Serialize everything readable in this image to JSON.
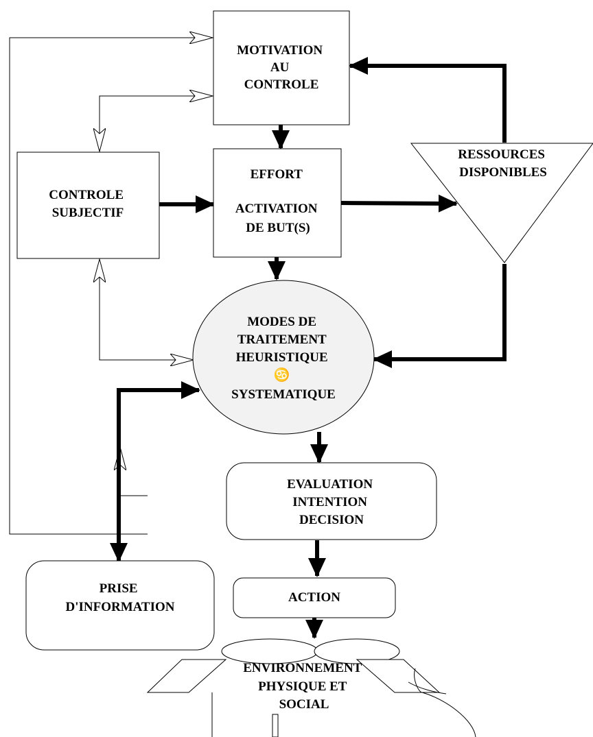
{
  "nodes": {
    "motivation": {
      "lines": [
        "MOTIVATION",
        "AU",
        "CONTROLE"
      ]
    },
    "controle_subjectif": {
      "lines": [
        "CONTROLE",
        "SUBJECTIF"
      ]
    },
    "effort": {
      "lines": [
        "EFFORT",
        "",
        "ACTIVATION",
        "DE BUT(S)"
      ]
    },
    "ressources": {
      "lines": [
        "RESSOURCES",
        "DISPONIBLES"
      ]
    },
    "modes": {
      "lines": [
        "MODES DE",
        "TRAITEMENT",
        "HEURISTIQUE",
        "♋",
        "SYSTEMATIQUE"
      ]
    },
    "evaluation": {
      "lines": [
        "EVALUATION",
        "INTENTION",
        "DECISION"
      ]
    },
    "action": {
      "lines": [
        "ACTION"
      ]
    },
    "prise": {
      "lines": [
        "PRISE",
        "D'INFORMATION"
      ]
    },
    "environnement": {
      "lines": [
        "ENVIRONNEMENT",
        "PHYSIQUE ET",
        "SOCIAL"
      ]
    }
  },
  "colors": {
    "stroke": "#000000",
    "fill": "#ffffff",
    "modes_fill": "#f2f2f2"
  }
}
